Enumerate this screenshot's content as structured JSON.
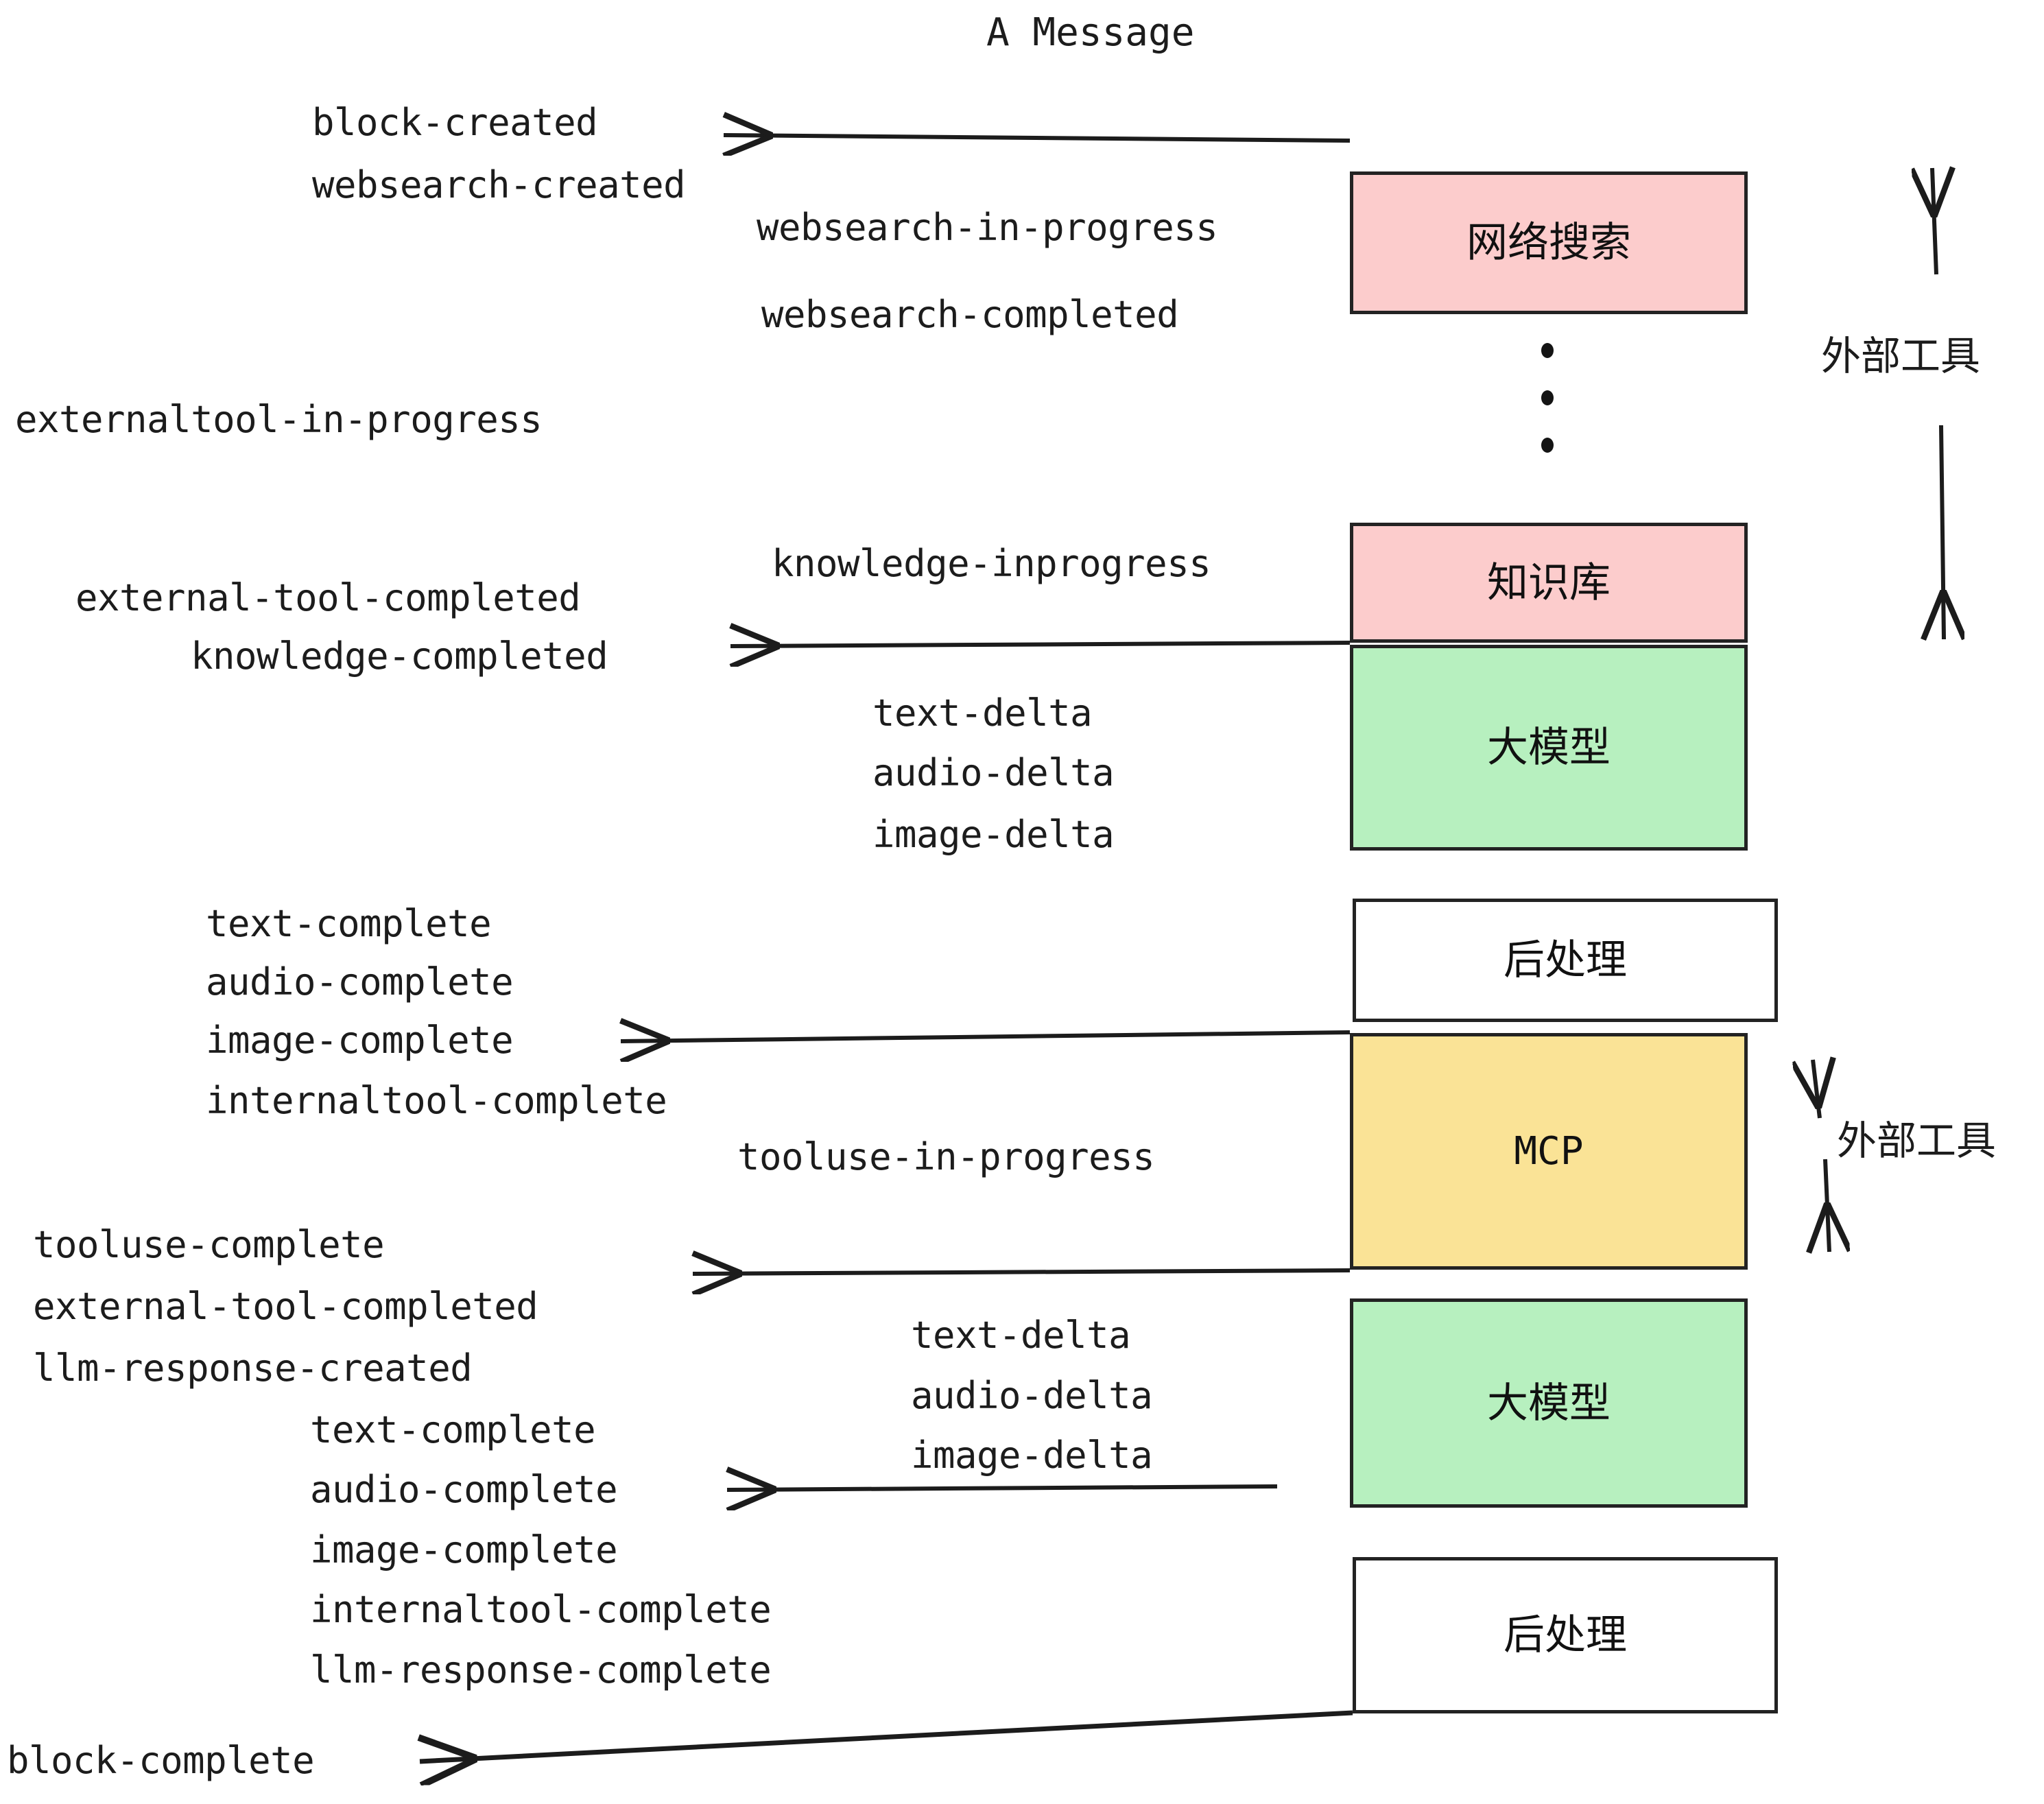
{
  "title": "A Message",
  "colors": {
    "pink": "#fccccc",
    "green": "#b7f0bf",
    "yellow": "#fae396",
    "white": "#ffffff",
    "stroke": "#232323",
    "text": "#1c1c1c"
  },
  "nodes": [
    {
      "id": "websearch",
      "label": "网络搜索",
      "fill": "#fccccc"
    },
    {
      "id": "knowledge",
      "label": "知识库",
      "fill": "#fccccc"
    },
    {
      "id": "llm-1",
      "label": "大模型",
      "fill": "#b7f0bf"
    },
    {
      "id": "post-1",
      "label": "后处理",
      "fill": "#ffffff"
    },
    {
      "id": "mcp",
      "label": "MCP",
      "fill": "#fae396"
    },
    {
      "id": "llm-2",
      "label": "大模型",
      "fill": "#b7f0bf"
    },
    {
      "id": "post-2",
      "label": "后处理",
      "fill": "#ffffff"
    }
  ],
  "side_labels": [
    {
      "id": "external-tools-top",
      "label": "外部工具"
    },
    {
      "id": "external-tools-bottom",
      "label": "外部工具"
    }
  ],
  "events": {
    "block_created": "block-created",
    "websearch_created": "websearch-created",
    "websearch_in_progress": "websearch-in-progress",
    "websearch_completed": "websearch-completed",
    "externaltool_in_progress": "externaltool-in-progress",
    "knowledge_inprogress": "knowledge-inprogress",
    "external_tool_completed_1": "external-tool-completed",
    "knowledge_completed": "knowledge-completed",
    "text_delta_1": "text-delta",
    "audio_delta_1": "audio-delta",
    "image_delta_1": "image-delta",
    "text_complete_1": "text-complete",
    "audio_complete_1": "audio-complete",
    "image_complete_1": "image-complete",
    "internaltool_complete_1": "internaltool-complete",
    "tooluse_in_progress": "tooluse-in-progress",
    "tooluse_complete": "tooluse-complete",
    "external_tool_completed_2": "external-tool-completed",
    "llm_response_created": "llm-response-created",
    "text_delta_2": "text-delta",
    "audio_delta_2": "audio-delta",
    "image_delta_2": "image-delta",
    "text_complete_2": "text-complete",
    "audio_complete_2": "audio-complete",
    "image_complete_2": "image-complete",
    "internaltool_complete_2": "internaltool-complete",
    "llm_response_complete": "llm-response-complete",
    "block_complete": "block-complete"
  }
}
